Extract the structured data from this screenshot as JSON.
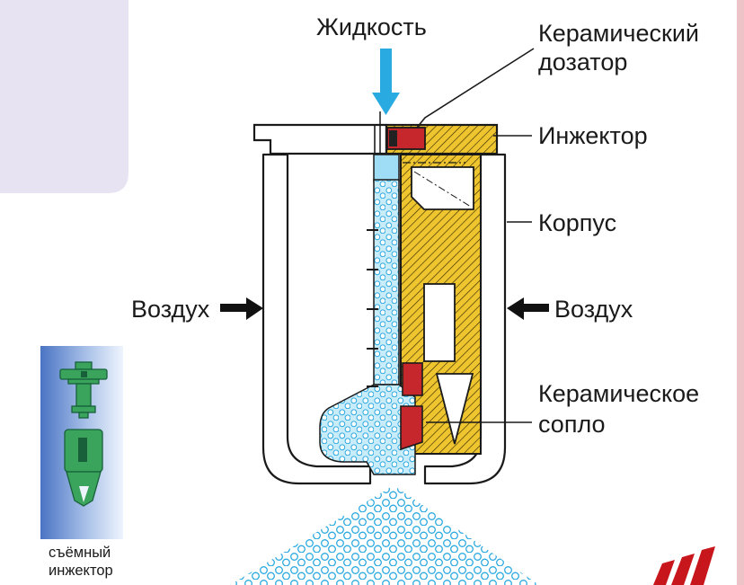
{
  "labels": {
    "liquid": "Жидкость",
    "ceramic_doser_l1": "Керамический",
    "ceramic_doser_l2": "дозатор",
    "injector": "Инжектор",
    "housing": "Корпус",
    "air_left": "Воздух",
    "air_right": "Воздух",
    "ceramic_nozzle_l1": "Керамическое",
    "ceramic_nozzle_l2": "сопло",
    "inset_caption_l1": "съёмный",
    "inset_caption_l2": "инжектор"
  },
  "colors": {
    "liquid_blue": "#29aae1",
    "liquid_light": "#9fdcf5",
    "bubble_bg": "#c9ecfa",
    "body_yellow": "#eec52f",
    "ceramic_red": "#c5272c",
    "outline": "#1a1a1a",
    "inset_green": "#3aa45c",
    "inset_green_dark": "#17603a",
    "panel_lavender": "#e8e3f3",
    "edge_pink": "#eec3c7",
    "red_mark": "#c8161d"
  }
}
